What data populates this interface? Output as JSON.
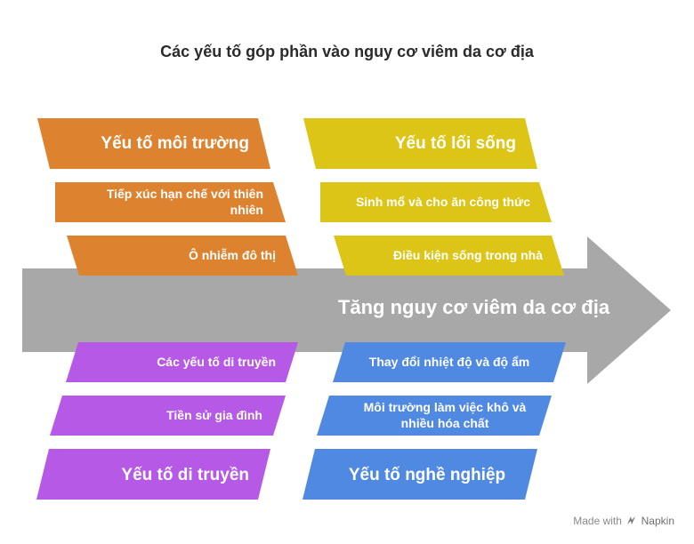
{
  "title": "Các yếu tố góp phần vào nguy cơ viêm da cơ địa",
  "central": "Tăng nguy cơ viêm da cơ địa",
  "colors": {
    "environment": "#DD8330",
    "lifestyle": "#DCC516",
    "genetic": "#B659E6",
    "occupational": "#4F89E2",
    "arrow": "#A8A8A8"
  },
  "categories": {
    "environment": {
      "header": "Yếu tố môi trường",
      "items": [
        "Tiếp xúc hạn chế với thiên nhiên",
        "Ô nhiễm đô thị"
      ]
    },
    "lifestyle": {
      "header": "Yếu tố lối sống",
      "items": [
        "Sinh mổ và cho ăn công thức",
        "Điều kiện sống trong nhà"
      ]
    },
    "genetic": {
      "header": "Yếu tố di truyền",
      "items": [
        "Các yếu tố di truyền",
        "Tiền sử gia đình"
      ]
    },
    "occupational": {
      "header": "Yếu tố nghề nghiệp",
      "items": [
        "Thay đổi nhiệt độ và độ ẩm",
        "Môi trường làm việc khô và nhiều hóa chất"
      ]
    }
  },
  "watermark": {
    "prefix": "Made with",
    "icon": "napkin-logo-icon",
    "brand": "Napkin"
  }
}
